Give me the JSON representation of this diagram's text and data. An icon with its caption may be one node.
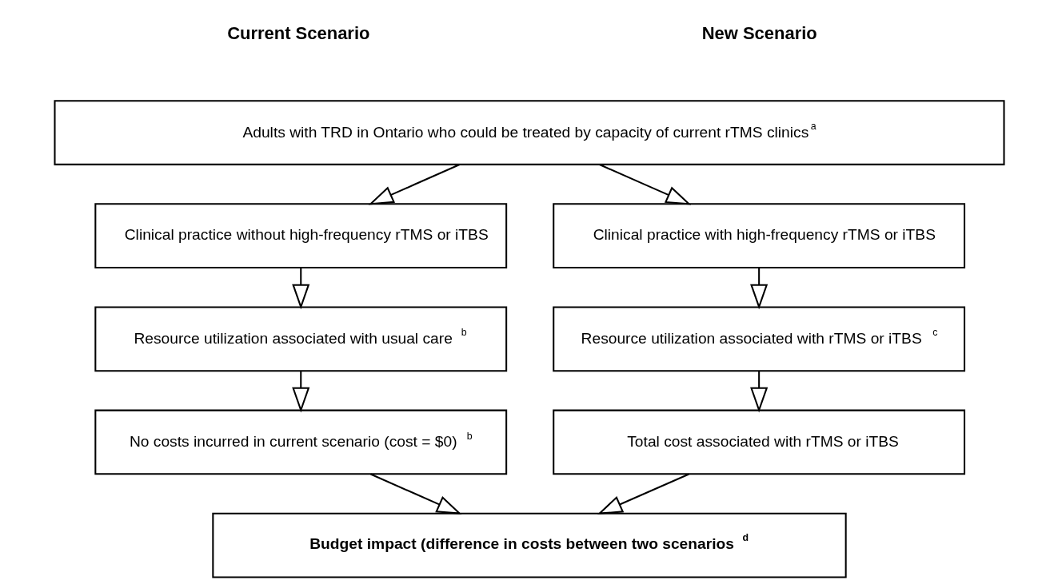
{
  "diagram": {
    "nodes": [
      {
        "text": [
          "Adults with TRD in Ontario who could be treated by capacity of current rTMS clinics$^{a}$"
        ]
      },
      {
        "text": [
          "Clinical practice without high-frequency rTMS or iTBS"
        ]
      },
      {
        "text": [
          "Clinical practice with high-frequency rTMS or iTBS"
        ]
      },
      {
        "text": [
          "Resource utilization associated with usual care$^{b}$"
        ]
      },
      {
        "text": [
          "Resource utilization associated with rTMS or iTBS$^{c}$"
        ]
      },
      {
        "text": [
          "No costs incurred in current scenario (cost = $0)$^{b}$"
        ]
      },
      {
        "text": [
          "Total cost associated with rTMS or iTBS"
        ]
      },
      {
        "text": [
          "Budget impact (difference in costs between two scenarios$^{d}$"
        ]
      }
    ],
    "edges": [
      {
        "from": 0,
        "to": 1,
        "arrow": "to"
      },
      {
        "from": 0,
        "to": 2,
        "arrow": "to"
      },
      {
        "from": 1,
        "to": 3,
        "arrow": "to"
      },
      {
        "from": 2,
        "to": 4,
        "arrow": "to"
      },
      {
        "from": 3,
        "to": 5,
        "arrow": "to"
      },
      {
        "from": 4,
        "to": 6,
        "arrow": "to"
      },
      {
        "from": 5,
        "to": 7,
        "arrow": "to"
      },
      {
        "from": 6,
        "to": 7,
        "arrow": "to"
      }
    ],
    "labels": [
      "Current Scenario",
      "New Scenario"
    ]
  }
}
